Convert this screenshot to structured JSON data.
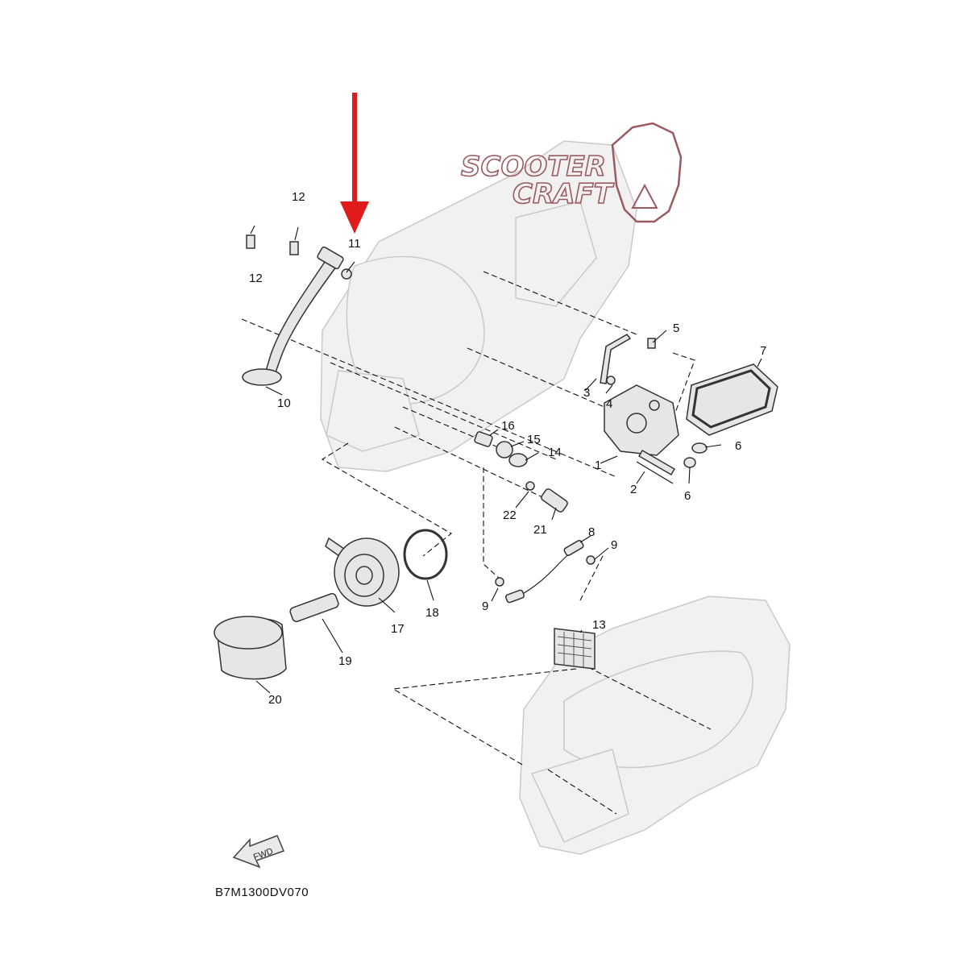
{
  "watermark": {
    "line1": "SCOOTER",
    "line2": "CRAFT",
    "color": "#9a5a5f"
  },
  "highlight_arrow": {
    "color": "#e01b1b",
    "target_part": "11"
  },
  "fwd_label": "FWD",
  "diagram_code": "B7M1300DV070",
  "callouts": {
    "c1": "1",
    "c2": "2",
    "c3": "3",
    "c4": "4",
    "c5": "5",
    "c6a": "6",
    "c6b": "6",
    "c7": "7",
    "c8": "8",
    "c9a": "9",
    "c9b": "9",
    "c10": "10",
    "c11": "11",
    "c12a": "12",
    "c12b": "12",
    "c13": "13",
    "c14": "14",
    "c15": "15",
    "c16": "16",
    "c17": "17",
    "c18": "18",
    "c19": "19",
    "c20": "20",
    "c21": "21",
    "c22": "22"
  }
}
